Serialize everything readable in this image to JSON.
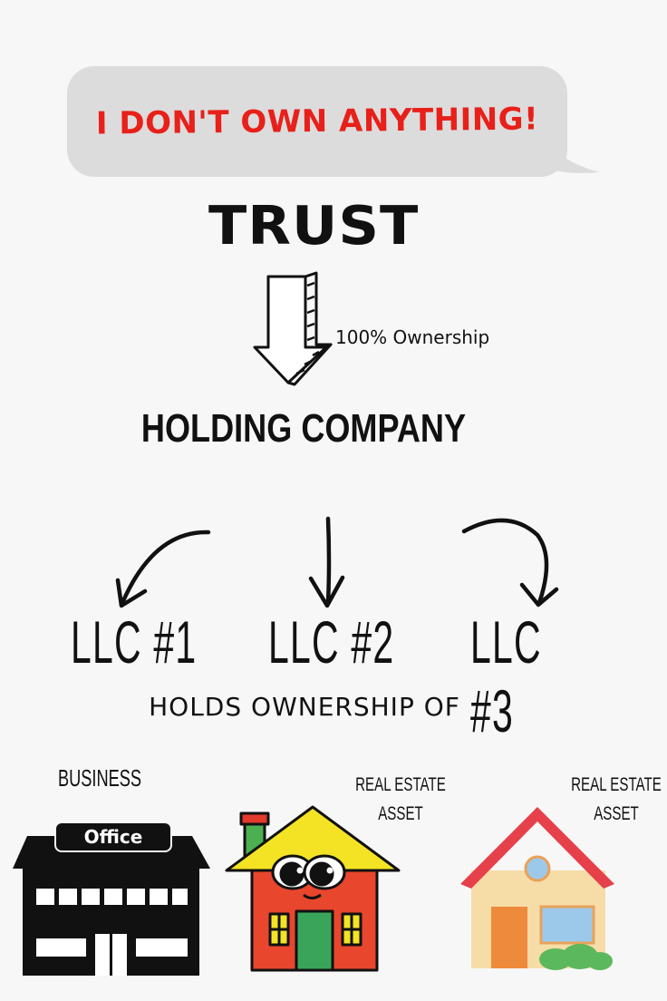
{
  "speech_bubble": {
    "text": "I DON'T OWN ANYTHING!",
    "color": "#e8201a",
    "fill": "#dcdcdc"
  },
  "top_node": {
    "label": "TRUST"
  },
  "arrow_label": "100% Ownership",
  "middle_node": {
    "label": "HOLDING COMPANY"
  },
  "llcs": [
    {
      "label": "LLC #1"
    },
    {
      "label": "LLC #2"
    },
    {
      "label": "LLC #3"
    }
  ],
  "holds_text": "HOLDS OWNERSHIP OF",
  "assets": [
    {
      "label": "BUSINESS",
      "sign": "Office",
      "icon": "office-building-icon"
    },
    {
      "label_line1": "REAL ESTATE",
      "label_line2": "ASSET",
      "icon": "cartoon-house-icon"
    },
    {
      "label_line1": "REAL ESTATE",
      "label_line2": "ASSET",
      "icon": "house-icon"
    }
  ]
}
